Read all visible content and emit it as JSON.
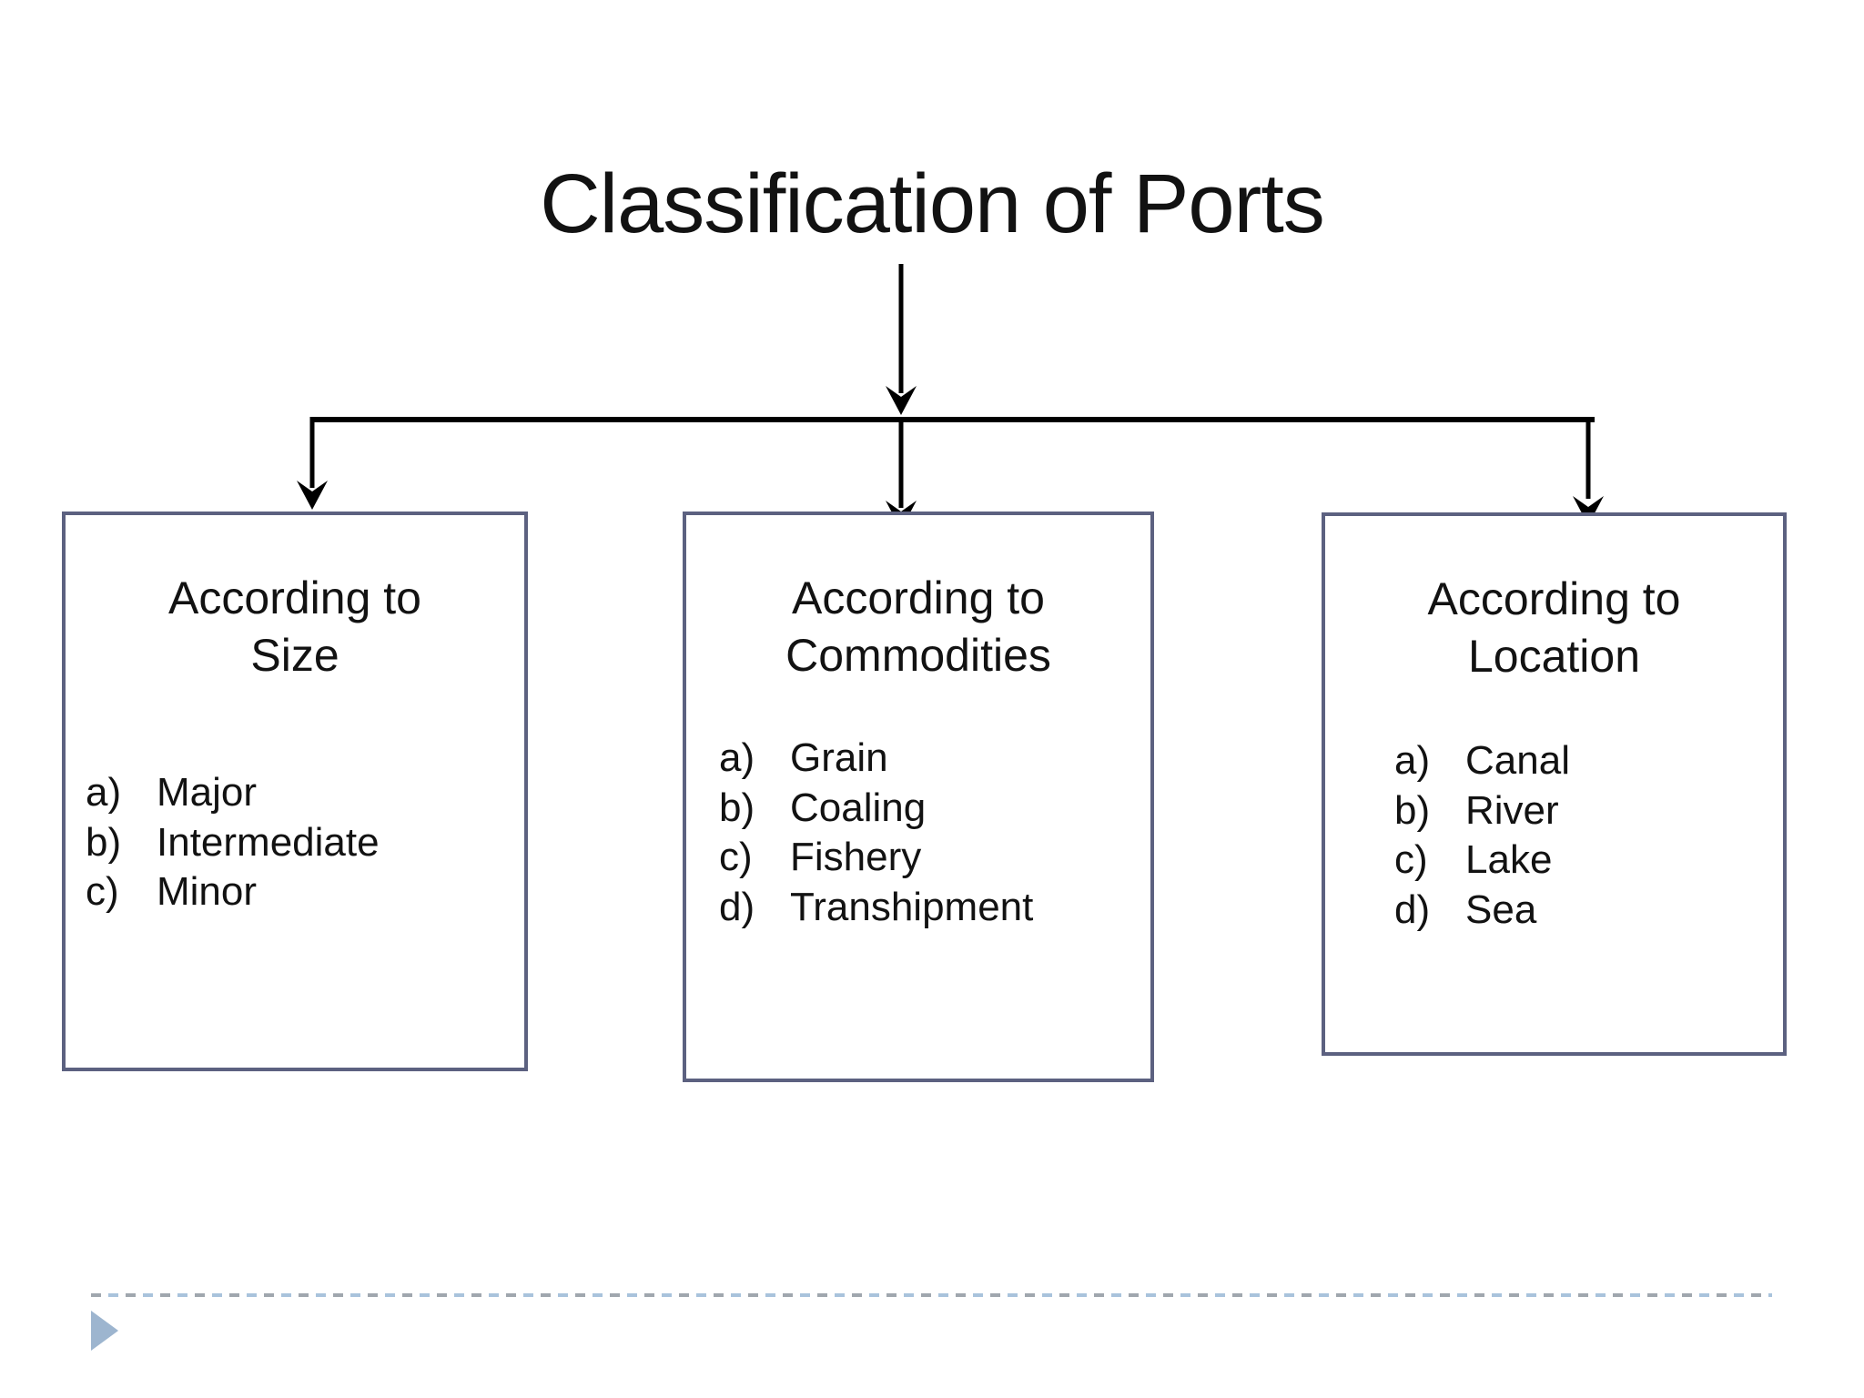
{
  "slide": {
    "title": "Classification of Ports",
    "boxes": [
      {
        "heading": [
          "According to",
          "Size"
        ],
        "items": [
          {
            "marker": "a)",
            "text": "Major"
          },
          {
            "marker": "b)",
            "text": "Intermediate"
          },
          {
            "marker": "c)",
            "text": "Minor"
          }
        ]
      },
      {
        "heading": [
          "According to",
          "Commodities"
        ],
        "items": [
          {
            "marker": "a)",
            "text": "Grain"
          },
          {
            "marker": "b)",
            "text": "Coaling"
          },
          {
            "marker": "c)",
            "text": "Fishery"
          },
          {
            "marker": "d)",
            "text": "Transhipment"
          }
        ]
      },
      {
        "heading": [
          "According to",
          "Location"
        ],
        "items": [
          {
            "marker": "a)",
            "text": "Canal"
          },
          {
            "marker": "b)",
            "text": "River"
          },
          {
            "marker": "c)",
            "text": "Lake"
          },
          {
            "marker": "d)",
            "text": "Sea"
          }
        ]
      }
    ],
    "colors": {
      "background": "#ffffff",
      "text": "#121212",
      "box_border": "#5c6180",
      "connector": "#000000",
      "dash_gray": "#a0a7ae",
      "dash_blue": "#a9c3dc",
      "triangle": "#9db5cf"
    }
  }
}
